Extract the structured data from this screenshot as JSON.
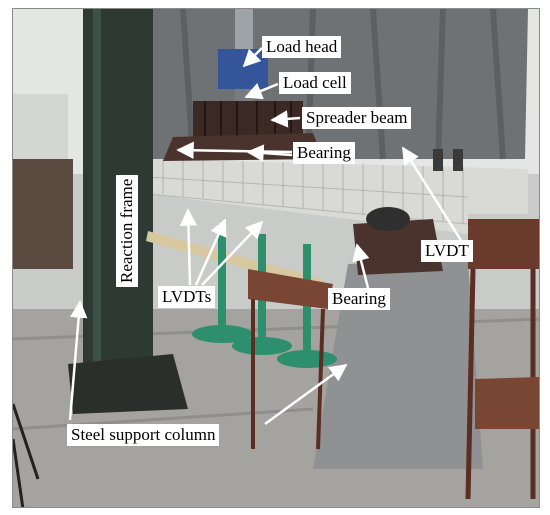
{
  "labels": {
    "load_head": "Load head",
    "load_cell": "Load cell",
    "spreader_beam": "Spreader beam",
    "bearing_top": "Bearing",
    "reaction_frame": "Reaction frame",
    "lvdt_right": "LVDT",
    "lvdts": "LVDTs",
    "bearing_bottom": "Bearing",
    "steel_support_column": "Steel support column"
  },
  "colors": {
    "curtain": "#6f7275",
    "frame": "#2c3a33",
    "slab": "#d9d9d6",
    "column": "#8f9193",
    "floor": "#a4a39f",
    "beam": "#3b2a24",
    "wood": "#d8c8a0",
    "stand": "#2e8f6e",
    "arrow": "#ffffff"
  }
}
